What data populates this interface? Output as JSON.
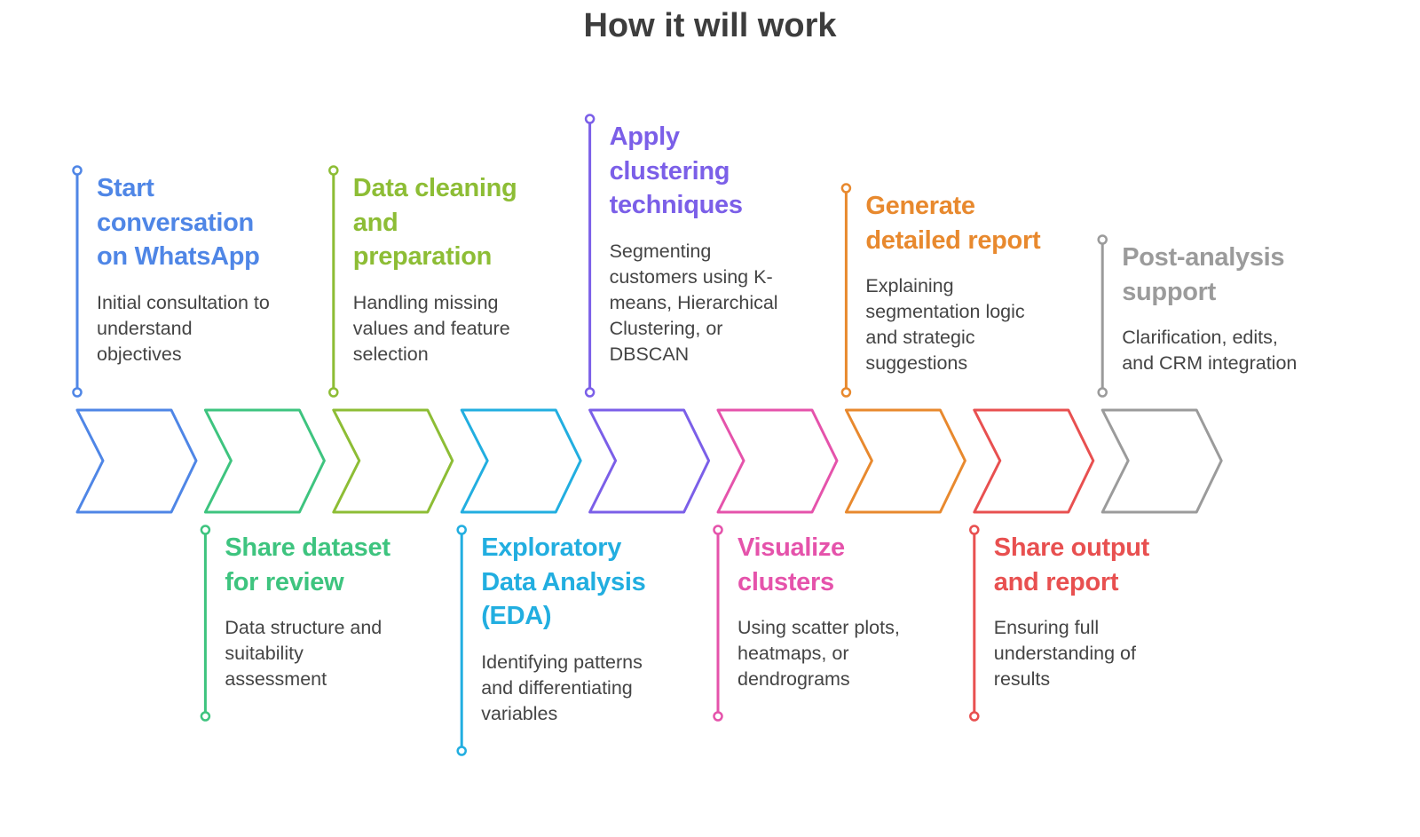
{
  "title": "How it will work",
  "steps": [
    {
      "title": "Start\nconversation\non WhatsApp",
      "desc": "Initial consultation to\nunderstand\nobjectives",
      "color": "#4f86e6",
      "pos": "top"
    },
    {
      "title": "Share dataset\nfor review",
      "desc": "Data structure and\nsuitability\nassessment",
      "color": "#3ec47f",
      "pos": "bottom"
    },
    {
      "title": "Data cleaning\nand\npreparation",
      "desc": "Handling missing\nvalues and feature\nselection",
      "color": "#8dbd35",
      "pos": "top"
    },
    {
      "title": "Exploratory\nData Analysis\n(EDA)",
      "desc": "Identifying patterns\nand differentiating\nvariables",
      "color": "#22aee0",
      "pos": "bottom"
    },
    {
      "title": "Apply\nclustering\ntechniques",
      "desc": "Segmenting\ncustomers using K-\nmeans, Hierarchical\nClustering, or\nDBSCAN",
      "color": "#7b5fe8",
      "pos": "top"
    },
    {
      "title": "Visualize\nclusters",
      "desc": "Using scatter plots,\nheatmaps, or\ndendrograms",
      "color": "#e553ab",
      "pos": "bottom"
    },
    {
      "title": "Generate\ndetailed report",
      "desc": "Explaining\nsegmentation logic\nand strategic\nsuggestions",
      "color": "#e8892e",
      "pos": "top"
    },
    {
      "title": "Share output\nand report",
      "desc": "Ensuring full\nunderstanding of\nresults",
      "color": "#e85050",
      "pos": "bottom"
    },
    {
      "title": "Post-analysis\nsupport",
      "desc": "Clarification, edits,\nand CRM integration",
      "color": "#9b9b9b",
      "pos": "top"
    }
  ]
}
